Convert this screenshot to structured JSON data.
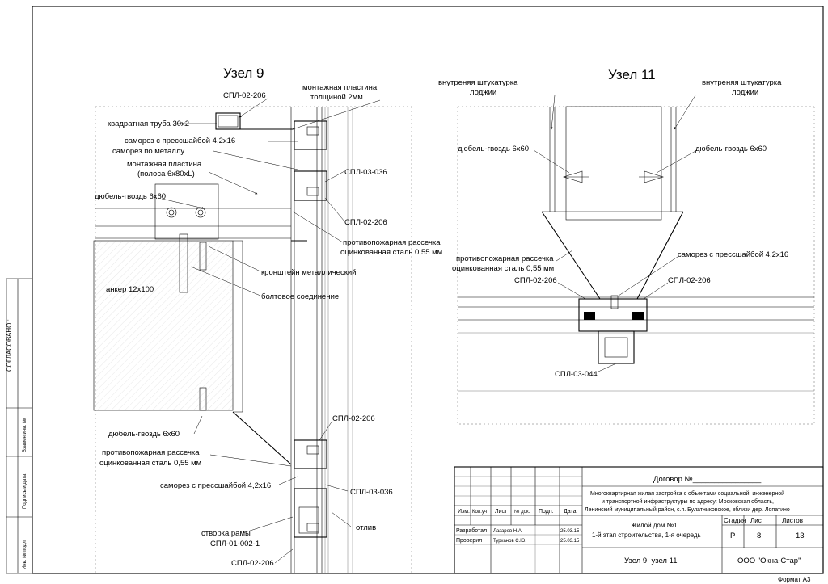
{
  "node9": {
    "title": "Узел 9",
    "labels": {
      "mount_plate_top_1": "монтажная пластина",
      "mount_plate_top_2": "толщиной 2мм",
      "spl_02_206_top": "СПЛ-02-206",
      "square_tube": "квадратная труба 30х2",
      "screw_washer_top": "саморез с прессшайбой 4,2х16",
      "screw_metal": "саморез по металлу",
      "mount_plate_strip_1": "монтажная пластина",
      "mount_plate_strip_2": "(полоса 6х80хL)",
      "spl_03_036_top": "СПЛ-03-036",
      "dowel_top": "дюбель-гвоздь 6х60",
      "spl_02_206_mid": "СПЛ-02-206",
      "fire_cut_1a": "противопожарная рассечка",
      "fire_cut_1b": "оцинкованная сталь 0,55 мм",
      "anchor": "анкер 12х100",
      "bracket": "кронштейн металлический",
      "bolt": "болтовое соединение",
      "spl_02_206_low": "СПЛ-02-206",
      "dowel_bottom": "дюбель-гвоздь 6х60",
      "fire_cut_2a": "противопожарная рассечка",
      "fire_cut_2b": "оцинкованная сталь 0,55 мм",
      "screw_washer_bottom": "саморез с прессшайбой 4,2х16",
      "spl_03_036_low": "СПЛ-03-036",
      "sash_1": "створка рамы",
      "sash_2": "СПЛ-01-002-1",
      "drip": "отлив",
      "spl_02_206_bottom": "СПЛ-02-206"
    }
  },
  "node11": {
    "title": "Узел 11",
    "labels": {
      "plaster_left_1": "внутреняя штукатурка",
      "plaster_left_2": "лоджии",
      "plaster_right_1": "внутреняя штукатурка",
      "plaster_right_2": "лоджии",
      "dowel_left": "дюбель-гвоздь 6х60",
      "dowel_right": "дюбель-гвоздь 6х60",
      "fire_cut_1": "противопожарная рассечка",
      "fire_cut_2": "оцинкованная сталь 0,55 мм",
      "screw_washer": "саморез с прессшайбой 4,2х16",
      "spl_left": "СПЛ-02-206",
      "spl_right": "СПЛ-02-206",
      "spl_03_044": "СПЛ-03-044"
    }
  },
  "side_stamp": {
    "agreed": "СОГЛАСОВАНО :",
    "replace_inv": "Взамен инв. №",
    "sign_date": "Подпись и дата",
    "inv_orig": "Инв. № подл."
  },
  "title_block": {
    "contract": "Договор №________________",
    "project_1": "Многоквартирная жилая застройка с объектами социальной, инженерной",
    "project_2": "и транспортной инфраструктуры по адресу: Московская область,",
    "project_3": "Ленинский муниципальный район, с.п. Булатниковское, вблизи дер. Лопатино",
    "col_izm": "Изм.",
    "col_koluch": "Кол.уч",
    "col_list": "Лист",
    "col_ndok": "№ док.",
    "col_podp": "Подп.",
    "col_data": "Дата",
    "role_dev": "Разработал",
    "name_dev": "Лазарев Н.А.",
    "date_dev": "25.03.15",
    "role_chk": "Проверил",
    "name_chk": "Турханов С.Ю.",
    "date_chk": "25.03.15",
    "building_1": "Жилой дом №1",
    "building_2": "1-й этап строительства, 1-я очередь",
    "h_stage": "Стадия",
    "h_sheet": "Лист",
    "h_sheets": "Листов",
    "v_stage": "Р",
    "v_sheet": "8",
    "v_sheets": "13",
    "sheet_name": "Узел 9, узел 11",
    "company": "ООО \"Окна-Стар\"",
    "format": "Формат А3"
  }
}
